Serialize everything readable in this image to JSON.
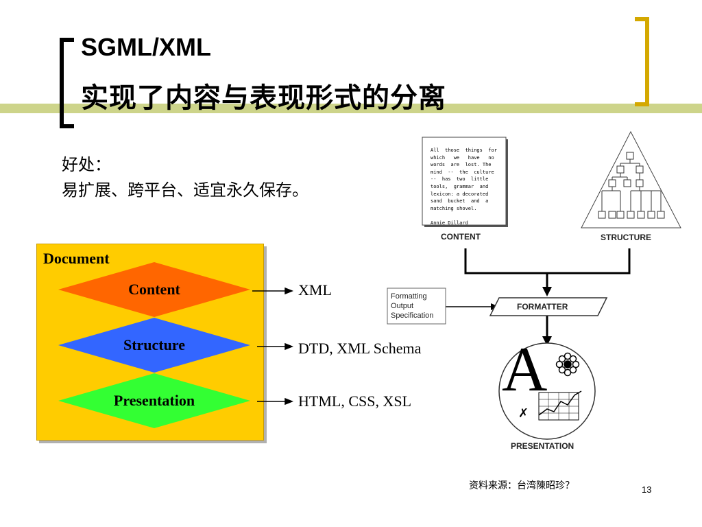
{
  "slide": {
    "title_line1": "SGML/XML",
    "title_line2": "实现了内容与表现形式的分离",
    "benefit_heading": "好处：",
    "benefit_text": "易扩展、跨平台、适宜永久保存。",
    "source_note": "资料来源：台湾陳昭珍？",
    "page_number": "13",
    "accent_color": "#cdd48a",
    "bracket_color": "#d4a800"
  },
  "document_diagram": {
    "container_label": "Document",
    "container_color": "#ffcc00",
    "layers": [
      {
        "label": "Content",
        "color": "#ff6600",
        "maps_to": "XML"
      },
      {
        "label": "Structure",
        "color": "#3366ff",
        "maps_to": "DTD, XML Schema"
      },
      {
        "label": "Presentation",
        "color": "#33ff33",
        "maps_to": "HTML, CSS, XSL"
      }
    ]
  },
  "formatter_diagram": {
    "content_label": "CONTENT",
    "structure_label": "STRUCTURE",
    "formatter_label": "FORMATTER",
    "presentation_label": "PRESENTATION",
    "spec_lines": [
      "Formatting",
      "Output",
      "Specification"
    ],
    "poem_lines": [
      "All  those  things  for",
      "which   we   have   no",
      "words  are  lost. The",
      "mind  --  the  culture",
      "--  has  two  little",
      "tools,  grammar  and",
      "lexicon: a decorated",
      "sand  bucket  and  a",
      "matching shovel.",
      "",
      "Annie Dillard"
    ],
    "glyph_letter": "A",
    "glyph_mark": "✗"
  }
}
